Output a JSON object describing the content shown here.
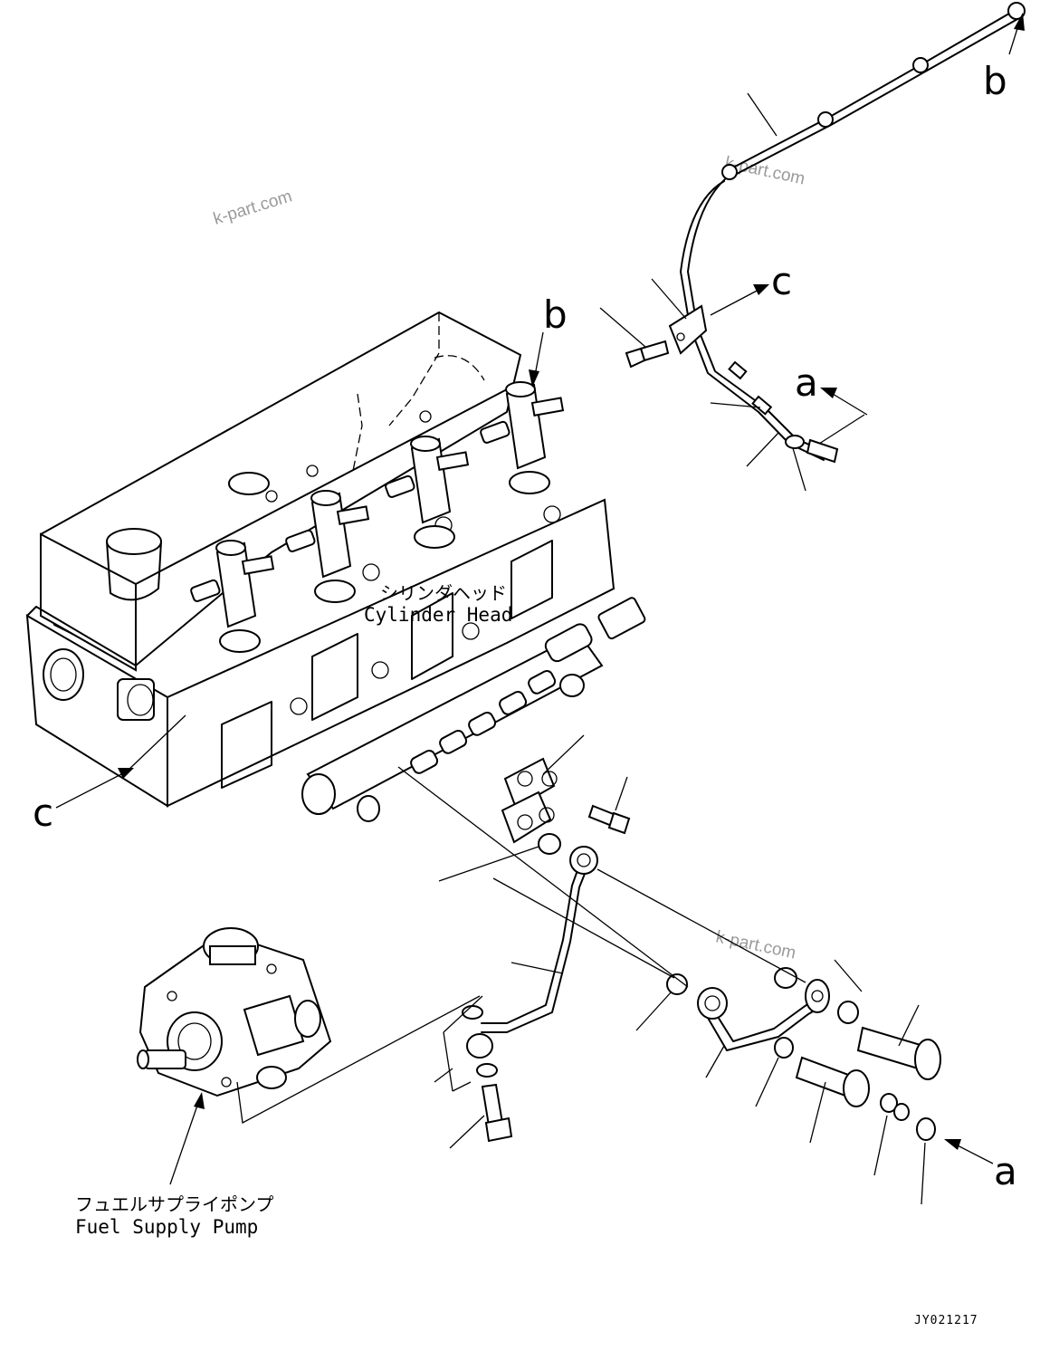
{
  "references": {
    "a": "a",
    "b": "b",
    "c": "c"
  },
  "labels": {
    "cylinder_head_jp": "シリンダヘッド",
    "cylinder_head_en": "Cylinder Head",
    "fuel_pump_jp": "フュエルサプライポンプ",
    "fuel_pump_en": "Fuel Supply Pump"
  },
  "watermark": "k-part.com",
  "drawing_code": "JY021217"
}
